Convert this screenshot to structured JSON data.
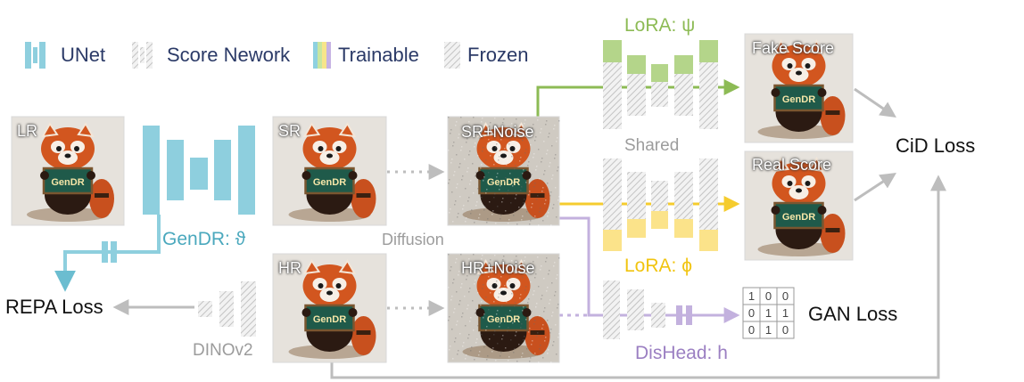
{
  "legend": {
    "unet": "UNet",
    "score": "Score Nework",
    "trainable": "Trainable",
    "frozen": "Frozen"
  },
  "nodes": {
    "lr": "LR",
    "sr": "SR",
    "hr": "HR",
    "sr_noise": "SR+Noise",
    "hr_noise": "HR+Noise",
    "fake_score": "Fake Score",
    "real_score": "Real Score"
  },
  "labels": {
    "gendr_net": "GenDR: ϑ",
    "diffusion": "Diffusion",
    "dinov2": "DINOv2",
    "shared": "Shared",
    "lora_psi": "LoRA: ψ",
    "lora_phi": "LoRA: ϕ",
    "dishead": "DisHead: h"
  },
  "losses": {
    "cid": "CiD Loss",
    "repa": "REPA Loss",
    "gan": "GAN Loss"
  },
  "sign_text": "GenDR",
  "matrix": [
    [
      "1",
      "0",
      "0"
    ],
    [
      "0",
      "1",
      "1"
    ],
    [
      "0",
      "1",
      "0"
    ]
  ],
  "colors": {
    "teal": "#4aa8bd",
    "green": "#8dbb55",
    "yellow": "#f1c40f",
    "purple": "#b9a5d8",
    "gray": "#b8b8b8"
  }
}
